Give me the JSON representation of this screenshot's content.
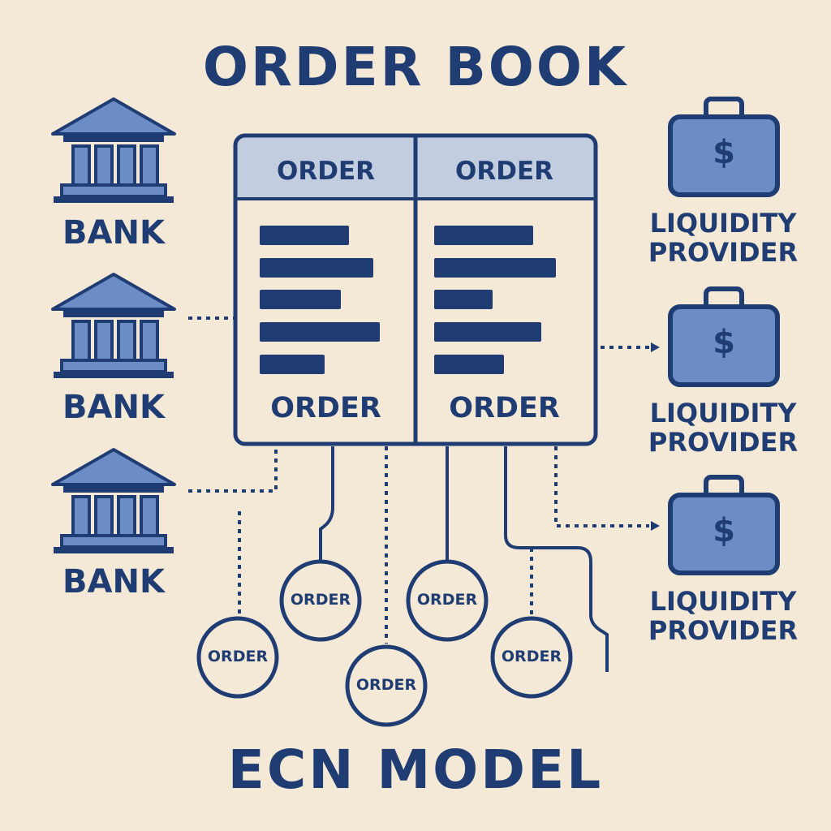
{
  "title": "ORDER BOOK",
  "footer_title": "ECN MODEL",
  "order_book": {
    "columns": [
      {
        "header": "ORDER",
        "footer": "ORDER"
      },
      {
        "header": "ORDER",
        "footer": "ORDER"
      }
    ]
  },
  "banks": [
    {
      "label": "BANK",
      "icon": "bank-icon"
    },
    {
      "label": "BANK",
      "icon": "bank-icon"
    },
    {
      "label": "BANK",
      "icon": "bank-icon"
    }
  ],
  "liquidity_providers": [
    {
      "line1": "LIQUIDITY",
      "line2": "PROVIDER",
      "icon": "briefcase-dollar-icon",
      "symbol": "$"
    },
    {
      "line1": "LIQUIDITY",
      "line2": "PROVIDER",
      "icon": "briefcase-dollar-icon",
      "symbol": "$"
    },
    {
      "line1": "LIQUIDITY",
      "line2": "PROVIDER",
      "icon": "briefcase-dollar-icon",
      "symbol": "$"
    }
  ],
  "order_nodes": [
    {
      "label": "ORDER"
    },
    {
      "label": "ORDER"
    },
    {
      "label": "ORDER"
    },
    {
      "label": "ORDER"
    },
    {
      "label": "ORDER"
    }
  ],
  "colors": {
    "background": "#f4e8d6",
    "navy": "#1f3d73",
    "icon_fill": "#6b8cc4",
    "header_fill": "#c3cde0"
  }
}
